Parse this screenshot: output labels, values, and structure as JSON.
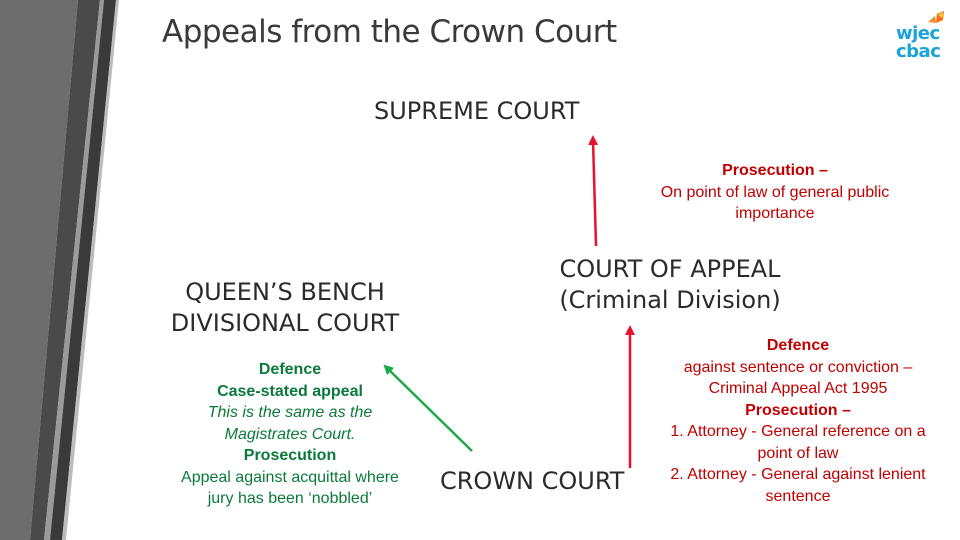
{
  "title": "Appeals from the Crown Court",
  "logo": {
    "line1": "wjec",
    "line2": "cbac"
  },
  "courts": {
    "supreme": "SUPREME COURT",
    "qb_line1": "QUEEN’S BENCH",
    "qb_line2": "DIVISIONAL COURT",
    "coa_line1": "COURT OF APPEAL",
    "coa_line2": "(Criminal Division)",
    "crown": "CROWN COURT"
  },
  "notes": {
    "supreme_prosecution": {
      "heading": "Prosecution –",
      "line1": "On point of law of general public",
      "line2": "importance"
    },
    "qb": {
      "defence": "Defence",
      "case_stated": "Case-stated appeal",
      "same_line1": "This is the same as the",
      "same_line2": "Magistrates Court.",
      "prosecution": "Prosecution",
      "acquittal_line1": "Appeal against acquittal where",
      "acquittal_line2": "jury has been ‘nobbled’"
    },
    "coa": {
      "defence": "Defence",
      "against_line1": "against sentence or conviction –",
      "against_line2": "Criminal Appeal Act 1995",
      "prosecution": "Prosecution –",
      "ref_line1": "1. Attorney - General reference on a",
      "ref_line2": "point of law",
      "lenient_line1": "2.  Attorney - General against lenient",
      "lenient_line2": "sentence"
    }
  },
  "colors": {
    "red_arrow": "#e8112d",
    "green_arrow": "#1fa84a",
    "red_text": "#c00000",
    "green_text": "#0a7a3a",
    "logo": "#1aa3d9"
  }
}
